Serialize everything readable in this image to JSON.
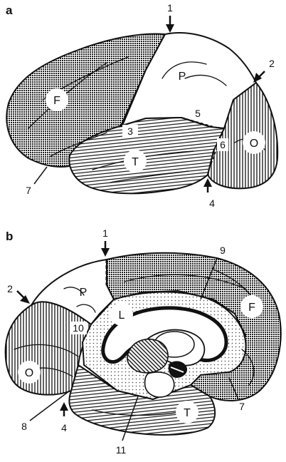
{
  "panels": [
    {
      "id": "a",
      "label": "a",
      "lobes": {
        "frontal": "F",
        "parietal": "P",
        "temporal": "T",
        "occipital": "O"
      },
      "markers": [
        "1",
        "2",
        "3",
        "4",
        "5",
        "6",
        "7"
      ]
    },
    {
      "id": "b",
      "label": "b",
      "lobes": {
        "parietal": "P",
        "frontal": "F",
        "limbic": "L",
        "occipital": "O",
        "temporal": "T"
      },
      "markers": [
        "1",
        "2",
        "4",
        "7",
        "8",
        "9",
        "10",
        "11"
      ]
    }
  ]
}
